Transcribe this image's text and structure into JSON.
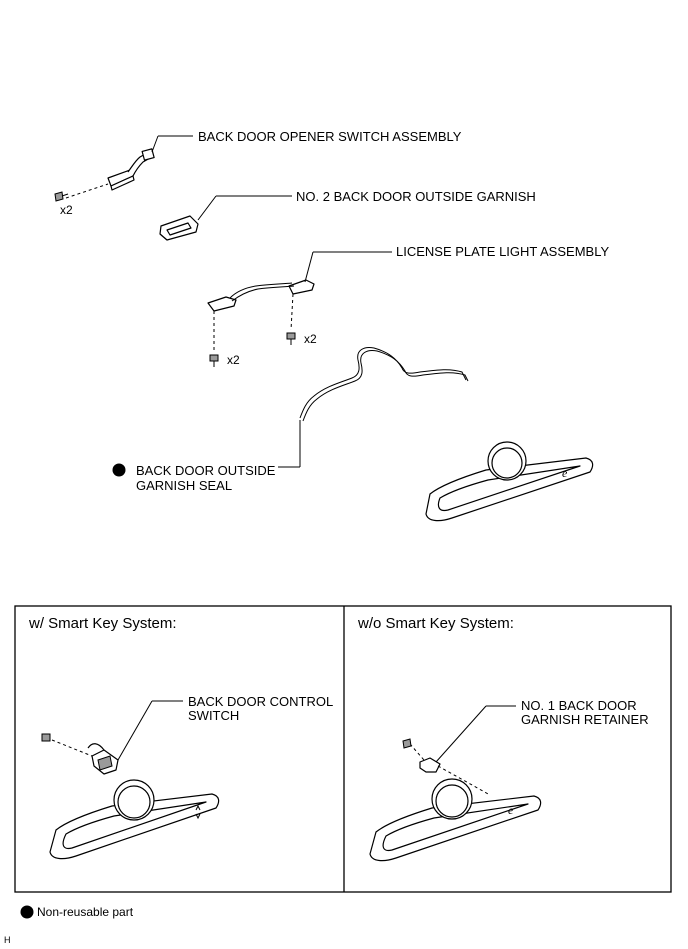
{
  "labels": {
    "opener_switch": "BACK DOOR OPENER SWITCH ASSEMBLY",
    "garnish_no2": "NO. 2 BACK DOOR OUTSIDE GARNISH",
    "license_light": "LICENSE PLATE LIGHT ASSEMBLY",
    "seal_line1": "BACK DOOR OUTSIDE",
    "seal_line2": "GARNISH SEAL",
    "qty_opener_screw": "x2",
    "qty_light_screw_left": "x2",
    "qty_light_screw_right": "x2"
  },
  "panels": {
    "left_title": "w/ Smart  Key System:",
    "right_title": "w/o Smart Key System:",
    "control_switch_line1": "BACK DOOR CONTROL",
    "control_switch_line2": "SWITCH",
    "retainer_line1": "NO. 1 BACK DOOR",
    "retainer_line2": "GARNISH RETAINER"
  },
  "legend": {
    "non_reusable": "Non-reusable part"
  },
  "footer": {
    "code": "H"
  }
}
